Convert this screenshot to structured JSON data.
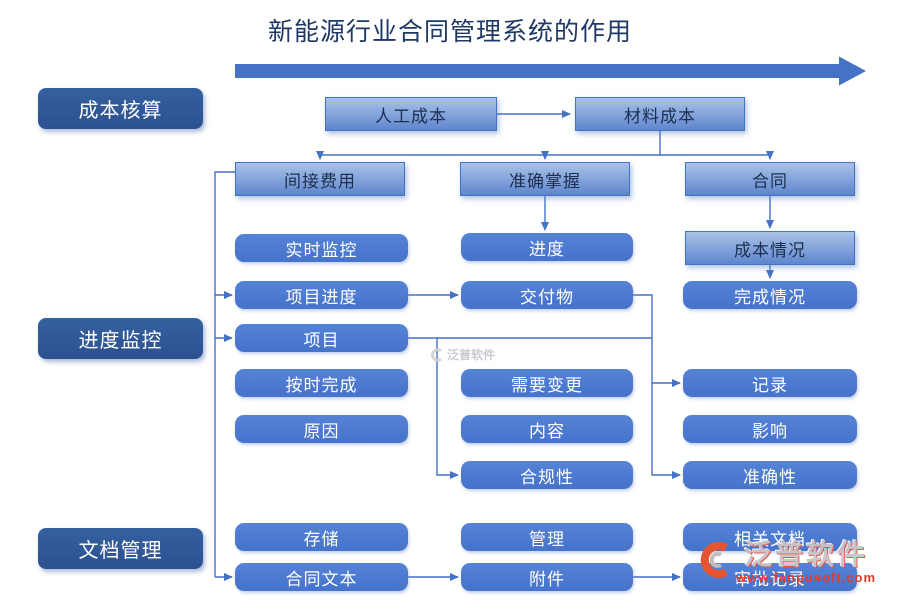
{
  "title": "新能源行业合同管理系统的作用",
  "colors": {
    "accent": "#4472c4",
    "category_dark": "#2e5597",
    "node_blue": "#4a78d0",
    "gradient_top": "#aac2e8",
    "gradient_bottom": "#5e86ce",
    "title_text": "#1f3864",
    "watermark_red": "#e6392b",
    "watermark_gray": "#c4c6cb"
  },
  "categories": {
    "cost": "成本核算",
    "progress": "进度监控",
    "docs": "文档管理"
  },
  "top_row": {
    "labor": "人工成本",
    "material": "材料成本"
  },
  "level2": {
    "indirect": "间接费用",
    "grasp": "准确掌握",
    "contract": "合同",
    "cost_status": "成本情况"
  },
  "nodes": {
    "realtime": "实时监控",
    "progress": "进度",
    "project_progress": "项目进度",
    "deliverable": "交付物",
    "completion": "完成情况",
    "project": "项目",
    "ontime": "按时完成",
    "need_change": "需要变更",
    "record": "记录",
    "reason": "原因",
    "content": "内容",
    "impact": "影响",
    "compliance": "合规性",
    "accuracy": "准确性",
    "storage": "存储",
    "manage": "管理",
    "related_docs": "相关文档",
    "contract_text": "合同文本",
    "attachment": "附件",
    "approval_record": "审批记录"
  },
  "watermark": {
    "brand": "泛普软件",
    "url": "www.fanpusoft.com",
    "center_brand": "泛普软件"
  }
}
